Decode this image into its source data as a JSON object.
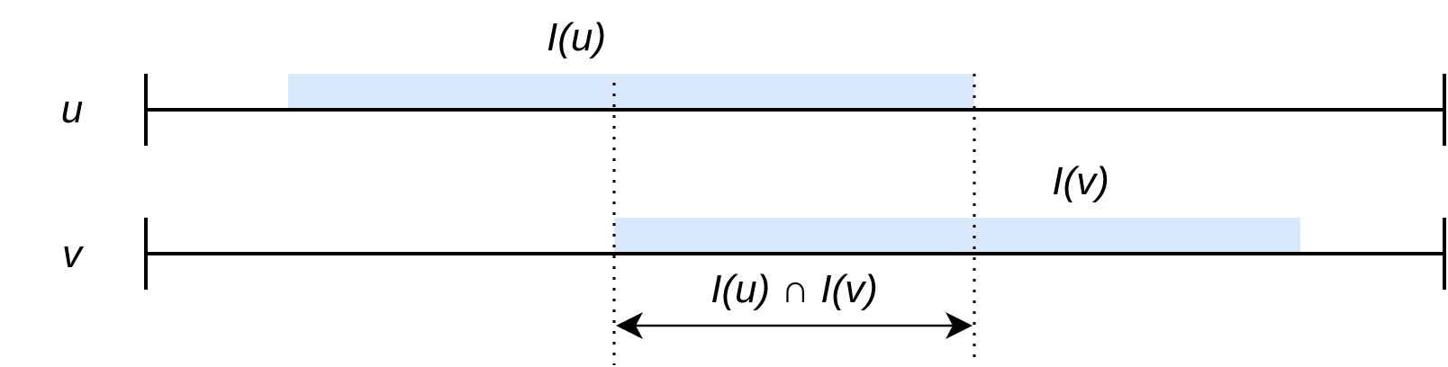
{
  "diagram": {
    "rows": [
      {
        "label": "u",
        "interval_label": "I(u)"
      },
      {
        "label": "v",
        "interval_label": "I(v)"
      }
    ],
    "intersection_label": "I(u) ∩ I(v)",
    "colors": {
      "interval_fill": "#dae8fc",
      "line": "#000000",
      "background": "#ffffff"
    }
  }
}
